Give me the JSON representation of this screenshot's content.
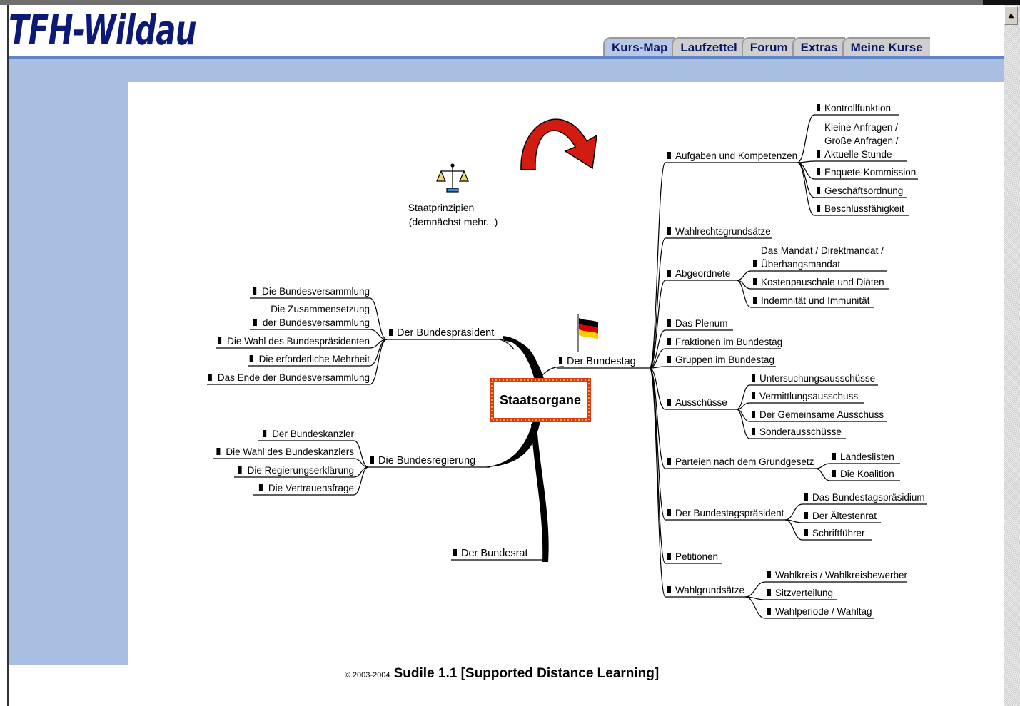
{
  "app": {
    "logo_text": "TFH-Wildau"
  },
  "tabs": [
    {
      "label": "Kurs-Map",
      "active": true
    },
    {
      "label": "Laufzettel",
      "active": false
    },
    {
      "label": "Forum",
      "active": false
    },
    {
      "label": "Extras",
      "active": false
    },
    {
      "label": "Meine Kurse",
      "active": false
    }
  ],
  "map": {
    "center": "Staatsorgane",
    "staatprinzipien": [
      "Staatprinzipien",
      "(demnächst mehr...)"
    ],
    "bundespraesident": {
      "label": "Der Bundespräsident",
      "children": [
        [
          "Die Bundesversammlung"
        ],
        [
          "Die Zusammensetzung",
          "der Bundesversammlung"
        ],
        [
          "Die Wahl des Bundespräsidenten"
        ],
        [
          "Die erforderliche Mehrheit"
        ],
        [
          "Das Ende der Bundesversammlung"
        ]
      ]
    },
    "bundesregierung": {
      "label": "Die Bundesregierung",
      "children": [
        [
          "Der Bundeskanzler"
        ],
        [
          "Die Wahl des Bundeskanzlers"
        ],
        [
          "Die Regierungserklärung"
        ],
        [
          "Die Vertrauensfrage"
        ]
      ]
    },
    "bundesrat": {
      "label": "Der Bundesrat"
    },
    "bundestag": {
      "label": "Der Bundestag",
      "children": [
        {
          "label": "Aufgaben und Kompetenzen",
          "children": [
            [
              "Kontrollfunktion"
            ],
            [
              "Kleine Anfragen /",
              "Große Anfragen /",
              "Aktuelle Stunde"
            ],
            [
              "Enquete-Kommission"
            ],
            [
              "Geschäftsordnung"
            ],
            [
              "Beschlussfähigkeit"
            ]
          ]
        },
        {
          "label": "Wahlrechtsgrundsätze",
          "children": []
        },
        {
          "label": "Abgeordnete",
          "children": [
            [
              "Das Mandat / Direktmandat /",
              "Überhangsmandat"
            ],
            [
              "Kostenpauschale und Diäten"
            ],
            [
              "Indemnität und Immunität"
            ]
          ]
        },
        {
          "label": "Das Plenum",
          "children": []
        },
        {
          "label": "Fraktionen im Bundestag",
          "children": []
        },
        {
          "label": "Gruppen im Bundestag",
          "children": []
        },
        {
          "label": "Ausschüsse",
          "children": [
            [
              "Untersuchungsausschüsse"
            ],
            [
              "Vermittlungsausschuss"
            ],
            [
              "Der Gemeinsame Ausschuss"
            ],
            [
              "Sonderausschüsse"
            ]
          ]
        },
        {
          "label": "Parteien nach dem Grundgesetz",
          "children": [
            [
              "Landeslisten"
            ],
            [
              "Die Koalition"
            ]
          ]
        },
        {
          "label": "Der Bundestagspräsident",
          "children": [
            [
              "Das Bundestagspräsidium"
            ],
            [
              "Der Ältestenrat"
            ],
            [
              "Schriftführer"
            ]
          ]
        },
        {
          "label": "Petitionen",
          "children": []
        },
        {
          "label": "Wahlgrundsätze",
          "children": [
            [
              "Wahlkreis / Wahlkreisbewerber"
            ],
            [
              "Sitzverteilung"
            ],
            [
              "Wahlperiode / Wahltag"
            ]
          ]
        }
      ]
    }
  },
  "footer": {
    "copyright": "© 2003-2004",
    "product": "Sudile 1.1 [Supported Distance Learning]"
  },
  "icons": {
    "scale": "scales-icon",
    "flag": "german-flag-icon",
    "arrow": "curved-arrow-icon",
    "bullet": "document-bullet-icon"
  }
}
